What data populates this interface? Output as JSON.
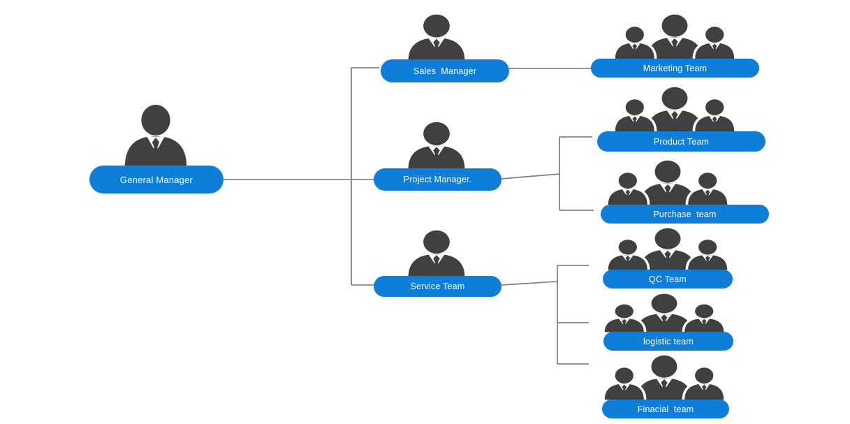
{
  "org_chart": {
    "root": {
      "label": "General Manager",
      "icon": "businessman-icon"
    },
    "managers": [
      {
        "label": "Sales  Manager",
        "icon": "businessman-icon",
        "teams": [
          {
            "label": "Marketing Team",
            "icon": "team-icon"
          }
        ]
      },
      {
        "label": "Project Manager.",
        "icon": "businessman-icon",
        "teams": [
          {
            "label": "Product Team",
            "icon": "team-icon"
          },
          {
            "label": "Purchase  team",
            "icon": "team-icon"
          }
        ]
      },
      {
        "label": "Service Team",
        "icon": "businessman-icon",
        "teams": [
          {
            "label": "QC Team",
            "icon": "team-icon"
          },
          {
            "label": "logistic team",
            "icon": "team-icon"
          },
          {
            "label": "Finacial  team",
            "icon": "team-icon"
          }
        ]
      }
    ],
    "colors": {
      "node_fill": "#0e7ed8",
      "node_text": "#ffffff",
      "icon_fill": "#404040",
      "connector": "#848484",
      "background": "#ffffff"
    }
  }
}
